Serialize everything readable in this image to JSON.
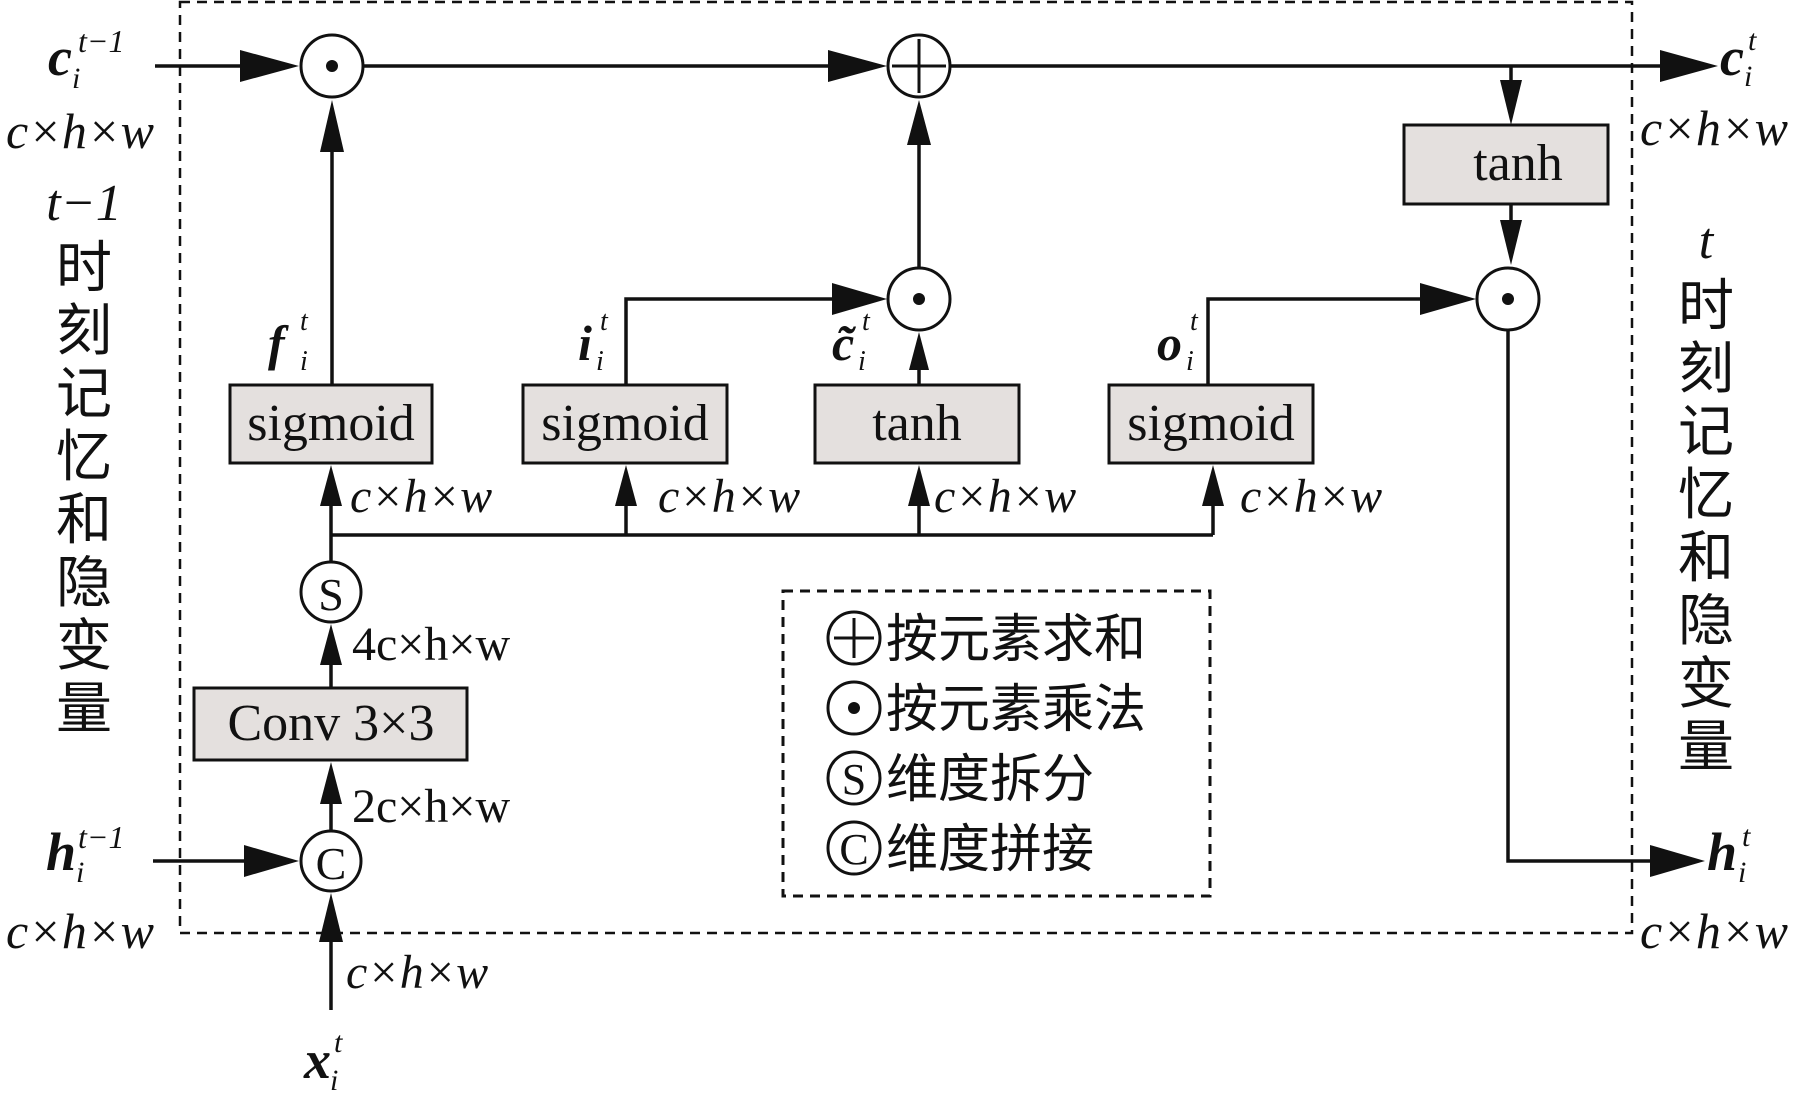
{
  "inputs": {
    "c_prev": {
      "base": "c",
      "sub": "i",
      "sup": "t−1",
      "dim": "c×h×w"
    },
    "h_prev": {
      "base": "h",
      "sub": "i",
      "sup": "t−1",
      "dim": "c×h×w"
    },
    "x_t": {
      "base": "x",
      "sub": "i",
      "sup": "t",
      "dim": "c×h×w"
    }
  },
  "outputs": {
    "c_t": {
      "base": "c",
      "sub": "i",
      "sup": "t",
      "dim": "c×h×w"
    },
    "h_t": {
      "base": "h",
      "sub": "i",
      "sup": "t",
      "dim": "c×h×w"
    }
  },
  "side_labels": {
    "left_time": "t−1",
    "left_chars": [
      "时",
      "刻",
      "记",
      "忆",
      "和",
      "隐",
      "变",
      "量"
    ],
    "right_time": "t",
    "right_chars": [
      "时",
      "刻",
      "记",
      "忆",
      "和",
      "隐",
      "变",
      "量"
    ]
  },
  "gates": [
    {
      "id": "forget",
      "box": "sigmoid",
      "var_base": "f",
      "var_sub": "i",
      "var_sup": "t",
      "dim": "c×h×w"
    },
    {
      "id": "input",
      "box": "sigmoid",
      "var_base": "i",
      "var_sub": "i",
      "var_sup": "t",
      "dim": "c×h×w"
    },
    {
      "id": "candidate",
      "box": "tanh",
      "var_base": "c̃",
      "var_sub": "i",
      "var_sup": "t",
      "dim": "c×h×w"
    },
    {
      "id": "output",
      "box": "sigmoid",
      "var_base": "o",
      "var_sub": "i",
      "var_sup": "t",
      "dim": "c×h×w"
    }
  ],
  "cell_tanh": "tanh",
  "conv": {
    "label": "Conv 3×3",
    "out_dim": "4c×h×w",
    "in_dim": "2c×h×w"
  },
  "ops": {
    "split": "S",
    "concat": "C"
  },
  "legend": [
    {
      "symbol": "plus",
      "label": "按元素求和"
    },
    {
      "symbol": "dot",
      "label": "按元素乘法"
    },
    {
      "symbol": "S",
      "label": "维度拆分"
    },
    {
      "symbol": "C",
      "label": "维度拼接"
    }
  ]
}
